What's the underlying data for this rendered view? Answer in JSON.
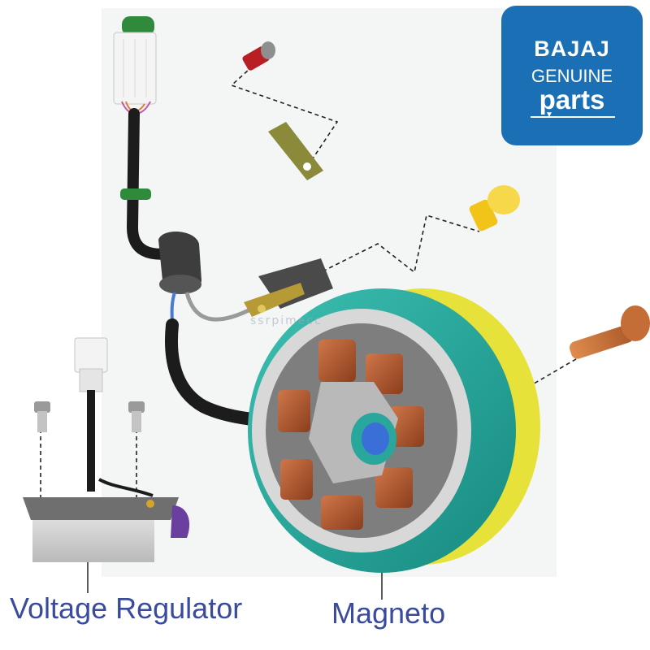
{
  "logo": {
    "line1": "BAJAJ",
    "line2": "GENUINE",
    "line3": "parts",
    "color": "#1a6fb5"
  },
  "labels": {
    "voltage_regulator": "Voltage Regulator",
    "magneto": "Magneto"
  },
  "watermark": "ssrpimecc",
  "colors": {
    "label_text": "#3a4a9c",
    "rotor_teal": "#2aa79c",
    "coil_copper": "#b0562c",
    "yellow_ring": "#e6e23a",
    "bolt_yellow": "#f0c419"
  }
}
